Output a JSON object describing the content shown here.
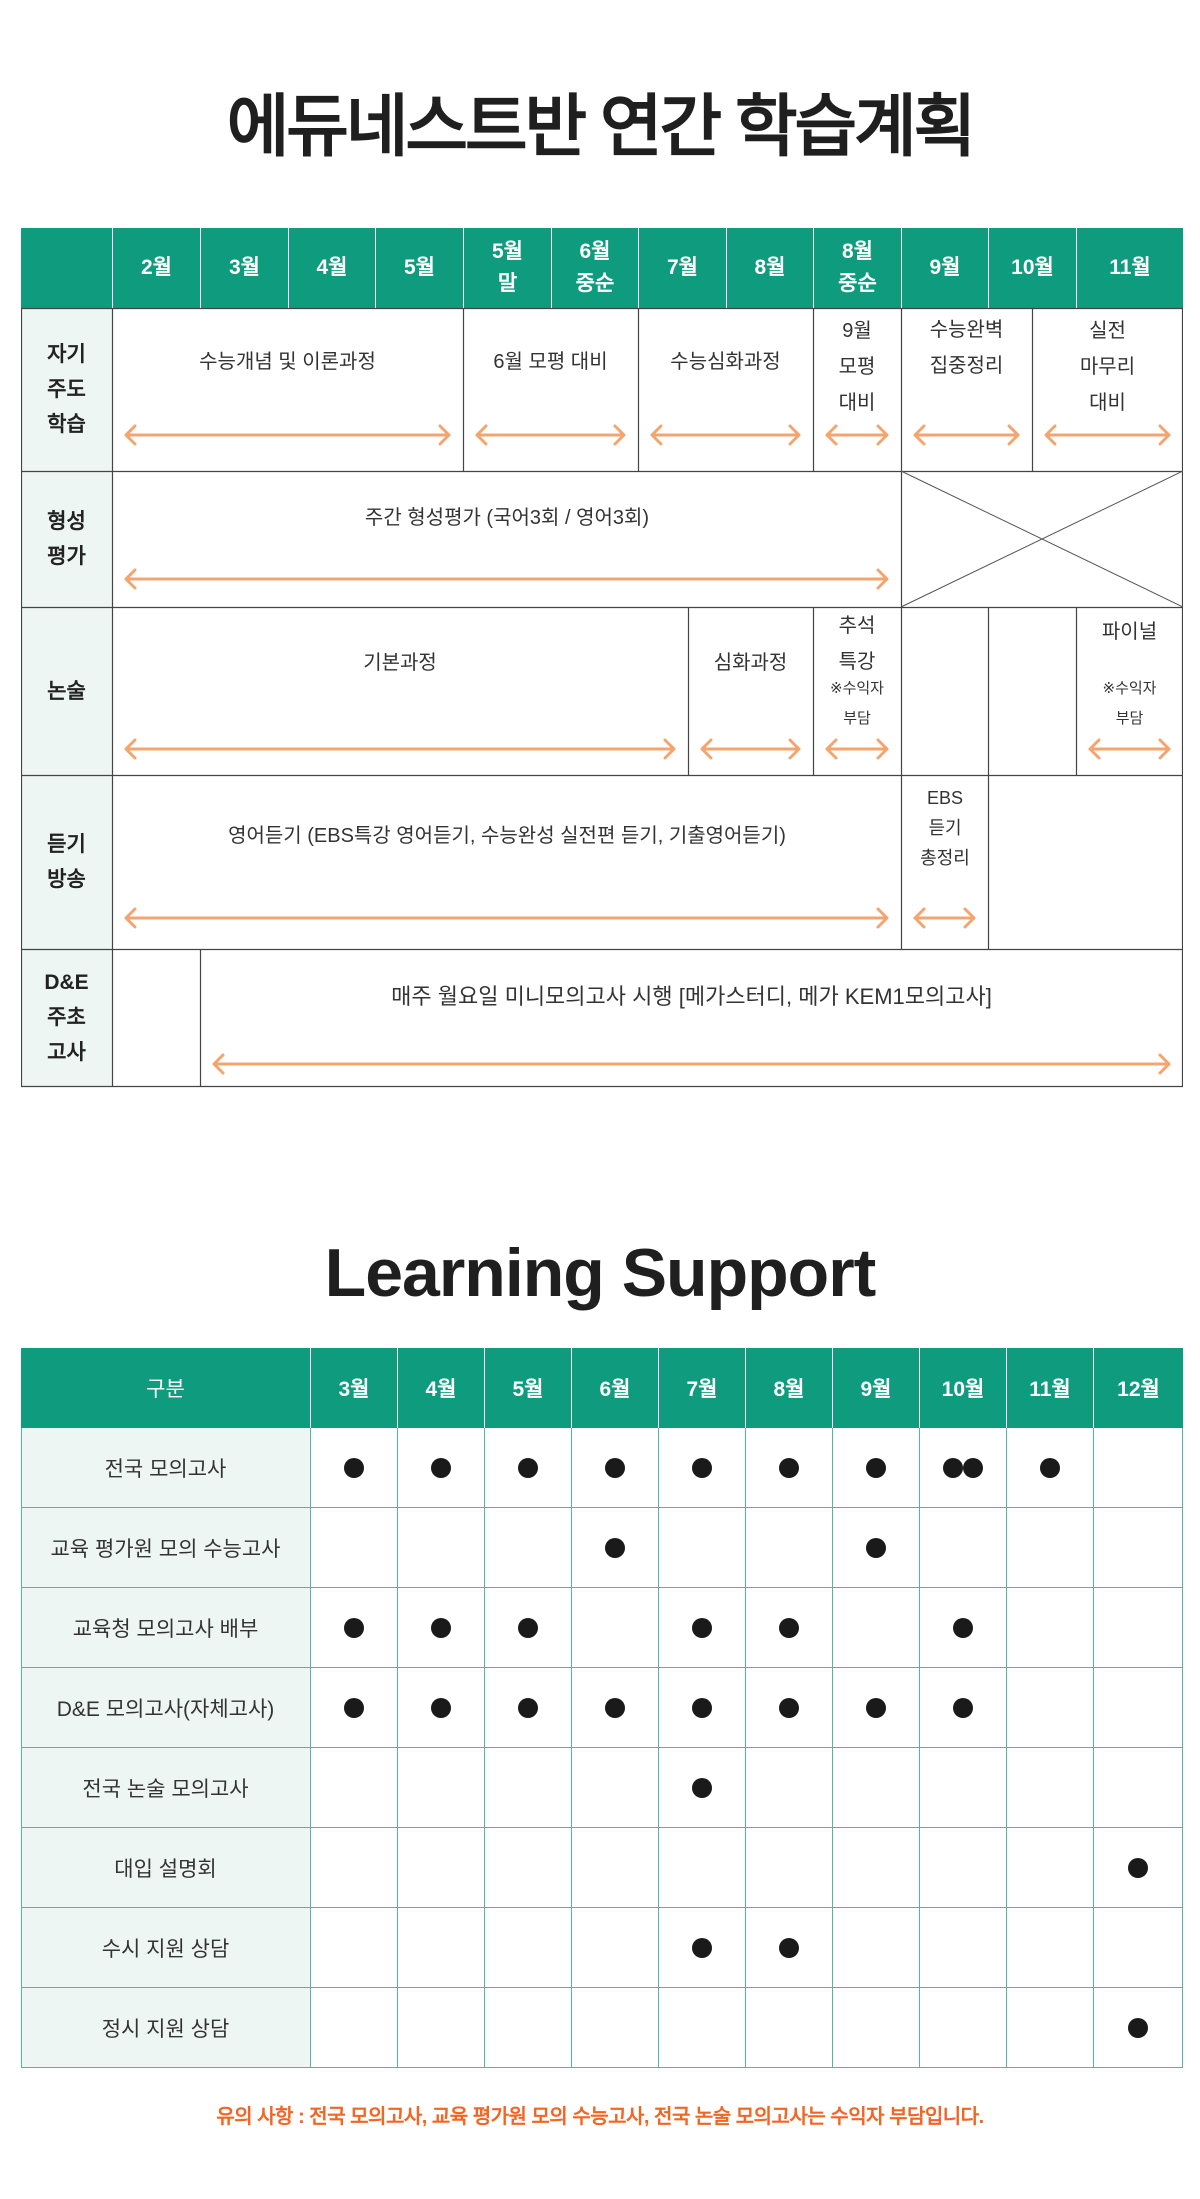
{
  "plan_title": "에듀네스트반 연간 학습계획",
  "plan_header": [
    "",
    "2월",
    "3월",
    "4월",
    "5월",
    "5월\n말",
    "6월\n중순",
    "7월",
    "8월",
    "8월\n중순",
    "9월",
    "10월",
    "11월"
  ],
  "plan_rows": {
    "self_study": {
      "label": "자기\n주도\n학습",
      "items": [
        "수능개념 및 이론과정",
        "6월 모평 대비",
        "수능심화과정",
        "9월\n모평\n대비",
        "수능완벽\n집중정리",
        "실전\n마무리\n대비"
      ]
    },
    "formative": {
      "label": "형성\n평가",
      "items": [
        "주간 형성평가 (국어3회 / 영어3회)"
      ]
    },
    "essay": {
      "label": "논술",
      "items": [
        "기본과정",
        "심화과정",
        "추석\n특강",
        "※수익자\n부담",
        "파이널",
        "※수익자\n부담"
      ]
    },
    "listening": {
      "label": "듣기\n방송",
      "items": [
        "영어듣기 (EBS특강 영어듣기, 수능완성 실전편 듣기, 기출영어듣기)",
        "EBS\n듣기\n총정리"
      ]
    },
    "weekly_test": {
      "label": "D&E\n주초\n고사",
      "items": [
        "매주 월요일 미니모의고사 시행 [메가스터디, 메가 KEM1모의고사]"
      ]
    }
  },
  "colors": {
    "accent": "#0f9b7e",
    "arrow": "#f4a46f",
    "label_bg": "#eef6f4",
    "notice": "#f26522"
  },
  "support_title": "Learning Support",
  "support_header": [
    "구분",
    "3월",
    "4월",
    "5월",
    "6월",
    "7월",
    "8월",
    "9월",
    "10월",
    "11월",
    "12월"
  ],
  "support_rows": [
    {
      "label": "전국 모의고사",
      "marks": [
        1,
        1,
        1,
        1,
        1,
        1,
        1,
        2,
        1,
        0
      ]
    },
    {
      "label": "교육 평가원 모의 수능고사",
      "marks": [
        0,
        0,
        0,
        1,
        0,
        0,
        1,
        0,
        0,
        0
      ]
    },
    {
      "label": "교육청 모의고사 배부",
      "marks": [
        1,
        1,
        1,
        0,
        1,
        1,
        0,
        1,
        0,
        0
      ]
    },
    {
      "label": "D&E 모의고사(자체고사)",
      "marks": [
        1,
        1,
        1,
        1,
        1,
        1,
        1,
        1,
        0,
        0
      ]
    },
    {
      "label": "전국 논술 모의고사",
      "marks": [
        0,
        0,
        0,
        0,
        1,
        0,
        0,
        0,
        0,
        0
      ]
    },
    {
      "label": "대입 설명회",
      "marks": [
        0,
        0,
        0,
        0,
        0,
        0,
        0,
        0,
        0,
        1
      ]
    },
    {
      "label": "수시 지원 상담",
      "marks": [
        0,
        0,
        0,
        0,
        1,
        1,
        0,
        0,
        0,
        0
      ]
    },
    {
      "label": "정시 지원 상담",
      "marks": [
        0,
        0,
        0,
        0,
        0,
        0,
        0,
        0,
        0,
        1
      ]
    }
  ],
  "notice": "유의 사항 : 전국 모의고사, 교육 평가원 모의 수능고사, 전국 논술 모의고사는 수익자 부담입니다."
}
